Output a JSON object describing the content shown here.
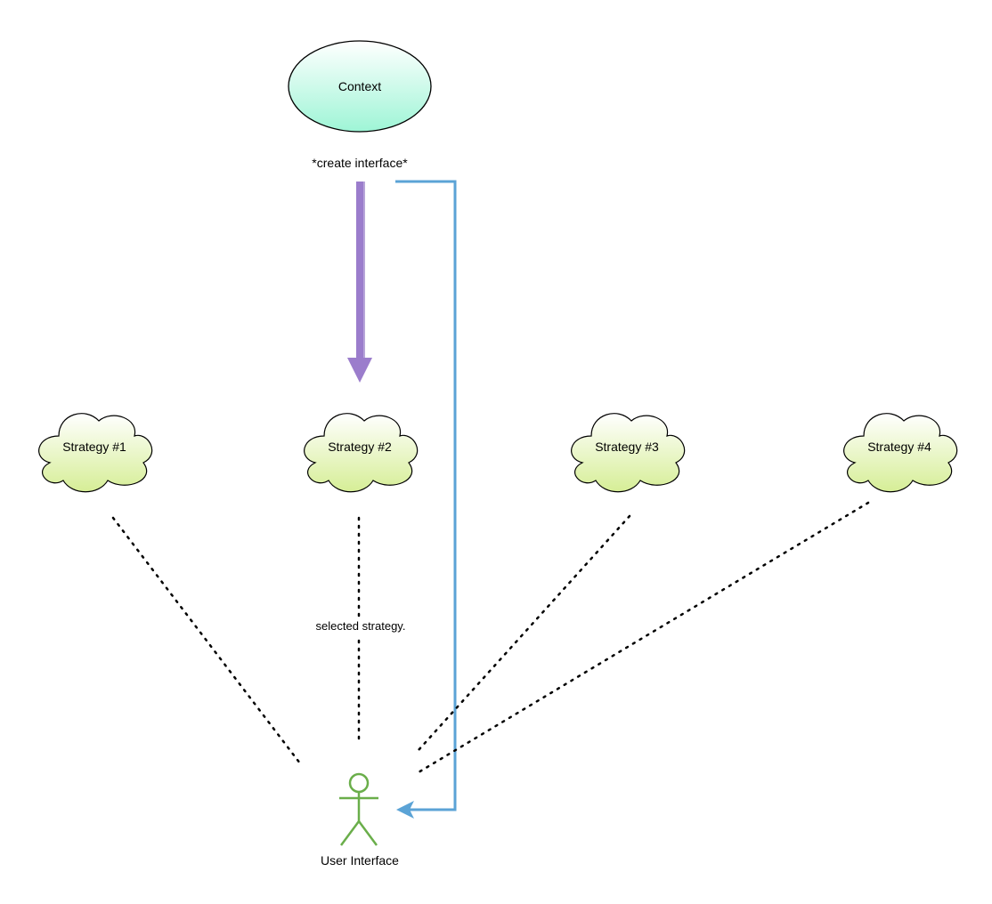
{
  "nodes": {
    "context": {
      "label": "Context",
      "shape": "ellipse",
      "fill_top": "#ffffff",
      "fill_bottom": "#9ef5d6"
    },
    "strategies": [
      {
        "label": "Strategy #1",
        "shape": "cloud"
      },
      {
        "label": "Strategy #2",
        "shape": "cloud"
      },
      {
        "label": "Strategy #3",
        "shape": "cloud"
      },
      {
        "label": "Strategy #4",
        "shape": "cloud"
      }
    ],
    "user": {
      "label": "User Interface",
      "shape": "actor",
      "color": "#6aae4a"
    }
  },
  "labels": {
    "create_interface": "*create interface*",
    "selected_strategy": "selected strategy."
  },
  "colors": {
    "cloud_fill_top": "#ffffff",
    "cloud_fill_bottom": "#d6ee96",
    "purple_arrow": "#9b7dcc",
    "blue_connector": "#5ba3d6",
    "dotted_line": "#000000"
  }
}
